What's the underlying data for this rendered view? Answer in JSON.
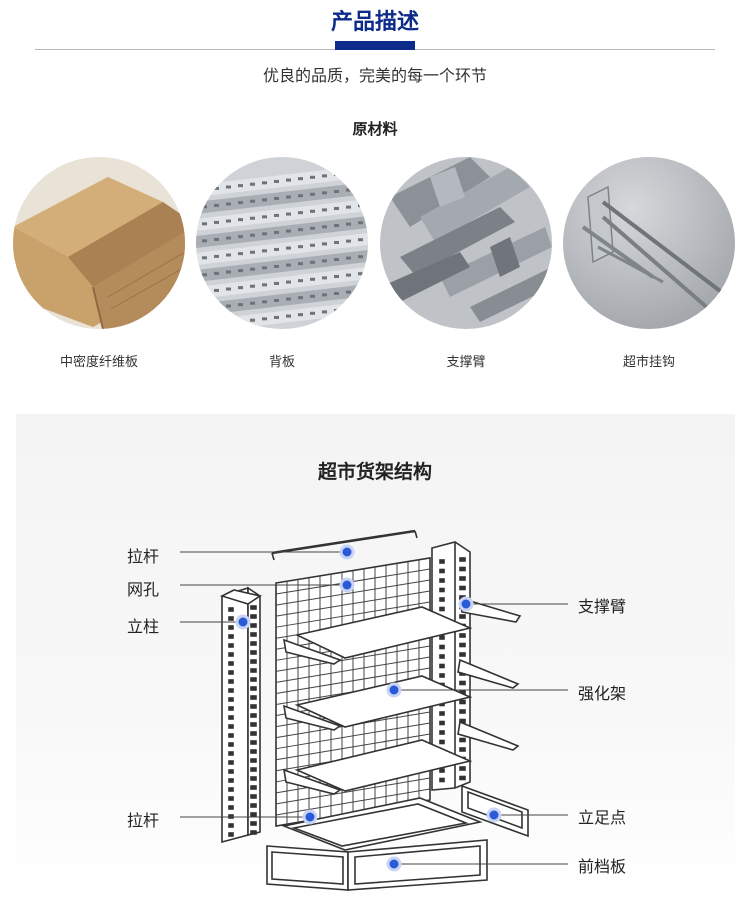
{
  "header": {
    "title": "产品描述",
    "subtitle": "优良的品质，完美的每一个环节"
  },
  "materials": {
    "title": "原材料",
    "items": [
      {
        "label": "中密度纤维板",
        "icon": "mdf-board-photo"
      },
      {
        "label": "背板",
        "icon": "back-panel-photo"
      },
      {
        "label": "支撑臂",
        "icon": "support-arm-photo"
      },
      {
        "label": "超市挂钩",
        "icon": "hook-photo"
      }
    ]
  },
  "structure": {
    "title": "超市货架结构",
    "left_labels": {
      "top_rod": "拉杆",
      "mesh": "网孔",
      "post": "立柱",
      "bottom_rod": "拉杆"
    },
    "right_labels": {
      "arm": "支撑臂",
      "shelf": "强化架",
      "foot": "立足点",
      "front_board": "前档板"
    },
    "accent_color": "#2a5ad8",
    "brand_color": "#0c2b8a"
  }
}
